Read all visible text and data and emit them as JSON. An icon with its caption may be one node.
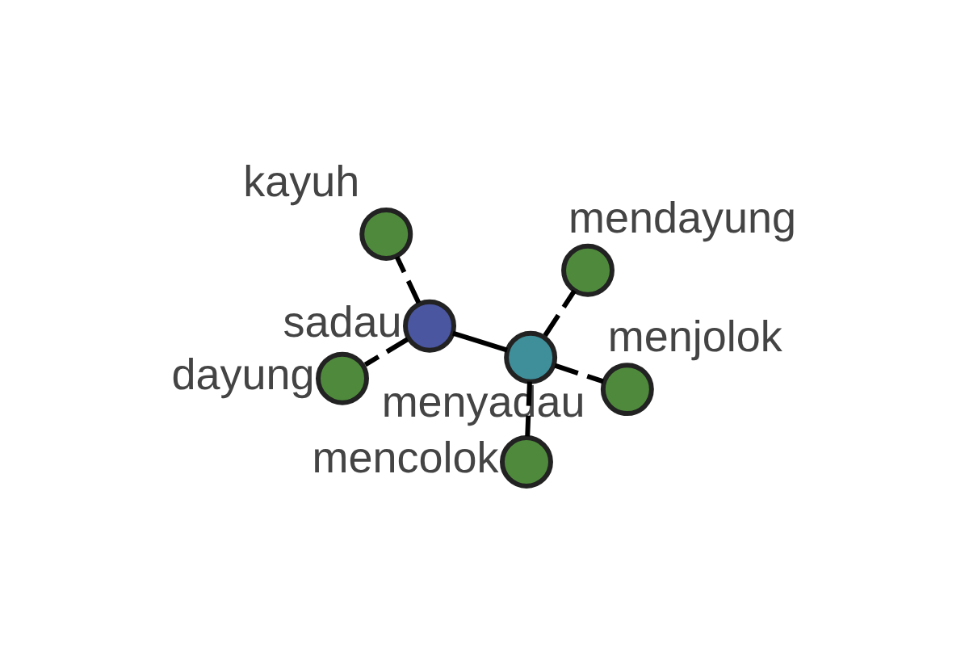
{
  "diagram": {
    "nodes": [
      {
        "text": [
          "mencolok"
        ]
      },
      {
        "text": [
          "menjolok"
        ]
      },
      {
        "text": [
          "menyadau"
        ]
      },
      {
        "text": [
          "mendayung"
        ]
      },
      {
        "text": [
          "sadau"
        ]
      },
      {
        "text": [
          "kayuh"
        ]
      },
      {
        "text": [
          "dayung"
        ]
      }
    ],
    "edges": [
      {
        "from": 2,
        "to": 0,
        "arrow": "none",
        "style": "dashed"
      },
      {
        "from": 2,
        "to": 1,
        "arrow": "none",
        "style": "dashed"
      },
      {
        "from": 2,
        "to": 3,
        "arrow": "none",
        "style": "dashed"
      },
      {
        "from": 2,
        "to": 4,
        "arrow": "none"
      },
      {
        "from": 4,
        "to": 5,
        "arrow": "none",
        "style": "dashed"
      },
      {
        "from": 4,
        "to": 6,
        "arrow": "none",
        "style": "dashed"
      }
    ]
  }
}
